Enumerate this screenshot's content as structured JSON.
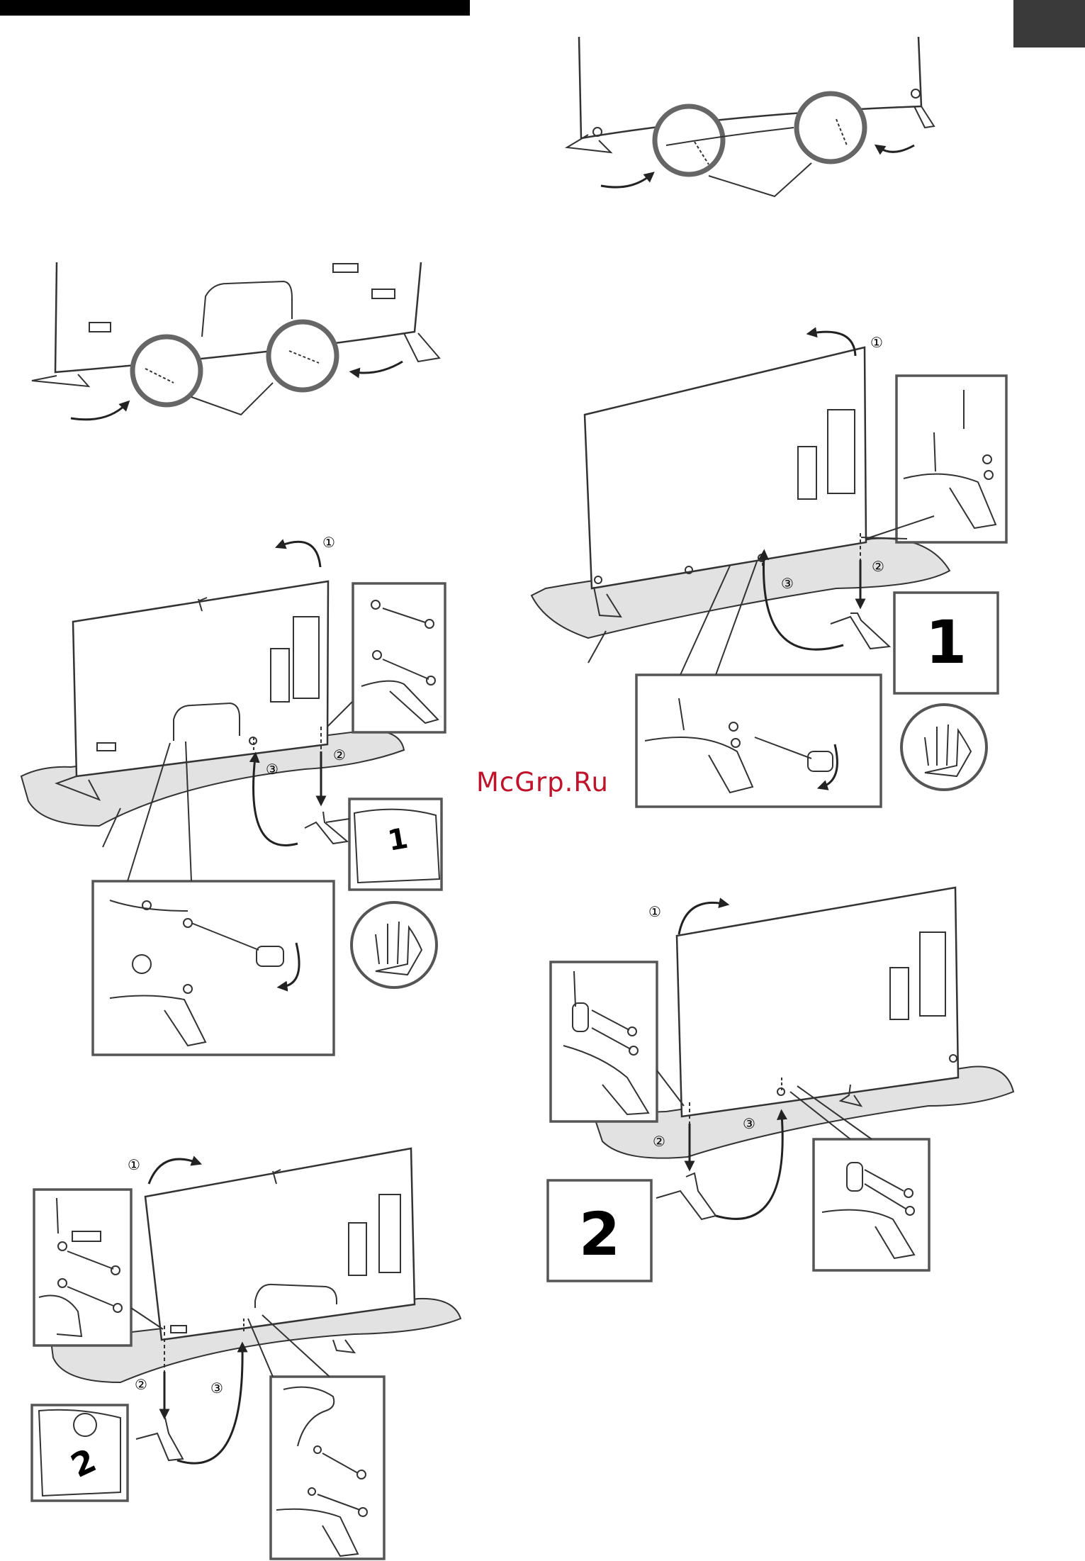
{
  "watermark": "McGrp.Ru",
  "step_badges": {
    "one": "1",
    "two": "2"
  },
  "inset_labels": {
    "stand_1": "1",
    "stand_2": "2"
  },
  "step_numbers": {
    "circled_1": "①",
    "circled_2": "②",
    "circled_3": "③"
  },
  "colors": {
    "header_bar": "#000000",
    "tab_marker": "#3a3a3a",
    "watermark": "#c0122a",
    "table_fill": "#e2e2e2"
  }
}
